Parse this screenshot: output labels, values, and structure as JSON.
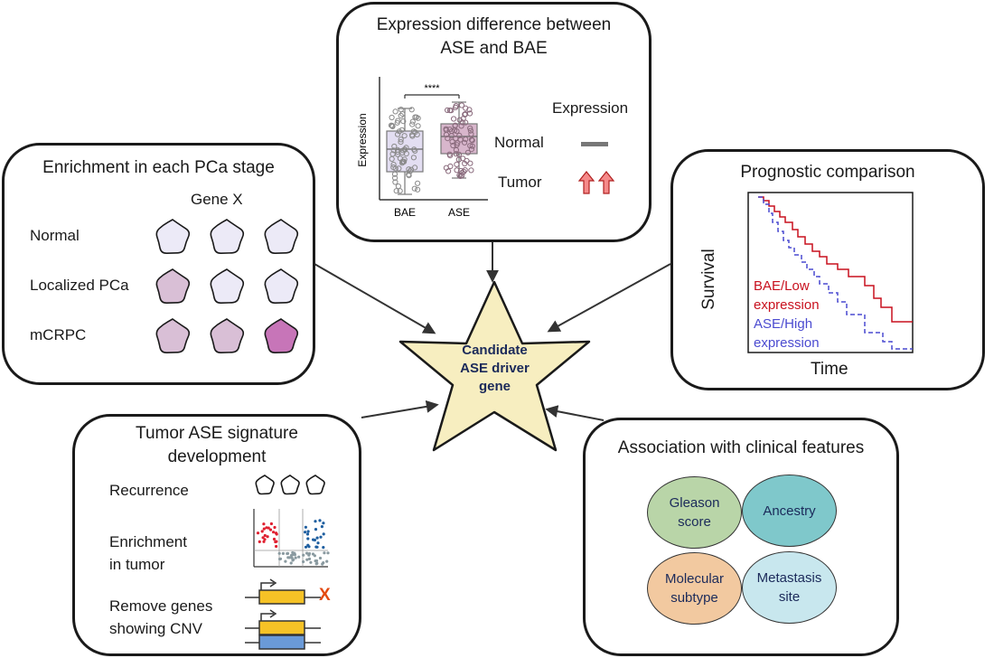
{
  "center": {
    "line1": "Candidate",
    "line2": "ASE driver",
    "line3": "gene"
  },
  "expression_panel": {
    "title_line1": "Expression difference between",
    "title_line2": "ASE and BAE",
    "y_axis_label": "Expression",
    "x_labels": [
      "BAE",
      "ASE"
    ],
    "significance": "****",
    "legend_header": "Expression",
    "normal_label": "Normal",
    "tumor_label": "Tumor"
  },
  "enrichment_panel": {
    "title": "Enrichment in each PCa stage",
    "gene_label": "Gene X",
    "rows": [
      "Normal",
      "Localized PCa",
      "mCRPC"
    ]
  },
  "prognostic_panel": {
    "title": "Prognostic comparison",
    "y_axis_label": "Survival",
    "x_axis_label": "Time",
    "bae_line1": "BAE/Low",
    "bae_line2": "expression",
    "ase_line1": "ASE/High",
    "ase_line2": "expression",
    "colors": {
      "bae": "#c8101e",
      "ase": "#4a4ad0"
    }
  },
  "signature_panel": {
    "title_line1": "Tumor ASE signature",
    "title_line2": "development",
    "recurrence_label": "Recurrence",
    "enrichment_line1": "Enrichment",
    "enrichment_line2": "in tumor",
    "remove_line1": "Remove genes",
    "remove_line2": "showing CNV",
    "x_mark": "X"
  },
  "clinical_panel": {
    "title": "Association with clinical features",
    "gleason_line1": "Gleason",
    "gleason_line2": "score",
    "ancestry": "Ancestry",
    "molecular_line1": "Molecular",
    "molecular_line2": "subtype",
    "metastasis_line1": "Metastasis",
    "metastasis_line2": "site",
    "colors": {
      "gleason": "#b9d5a8",
      "ancestry": "#7fc8cb",
      "molecular": "#f2c9a0",
      "metastasis": "#c8e7ee"
    }
  }
}
